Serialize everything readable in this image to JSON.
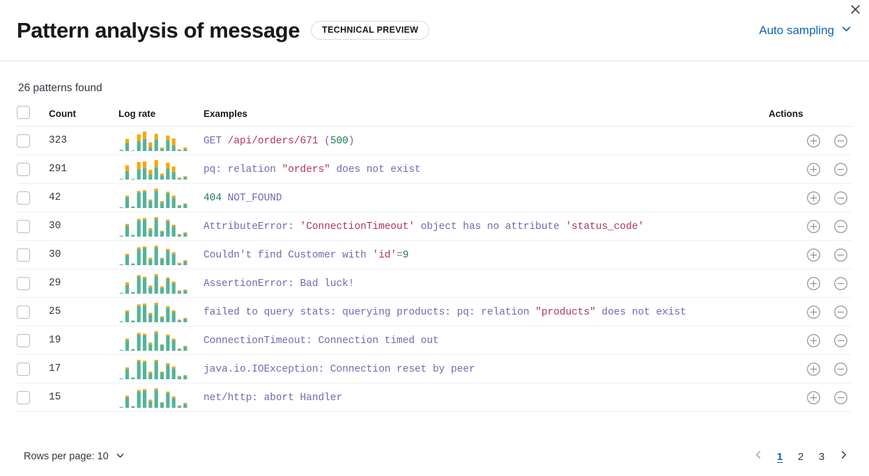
{
  "header": {
    "title": "Pattern analysis of message",
    "badge": "TECHNICAL PREVIEW",
    "sampling_label": "Auto sampling",
    "sampling_icon": "chevron-down-icon",
    "close_icon": "close-icon"
  },
  "summary": {
    "patterns_found": "26 patterns found"
  },
  "table": {
    "columns": {
      "select": "",
      "count": "Count",
      "log_rate": "Log rate",
      "examples": "Examples",
      "actions": "Actions"
    },
    "action_icons": {
      "add": "circle-plus-icon",
      "remove": "circle-minus-icon"
    },
    "rows": [
      {
        "count": "323",
        "example": "GET /api/orders/671 (500)",
        "tokens": [
          {
            "t": "GET ",
            "c": "plain"
          },
          {
            "t": "/api/orders/671",
            "c": "red"
          },
          {
            "t": " (",
            "c": "plain"
          },
          {
            "t": "500",
            "c": "green"
          },
          {
            "t": ")",
            "c": "plain"
          }
        ],
        "sparkline": {
          "teal": [
            2,
            14,
            1,
            17,
            21,
            6,
            20,
            4,
            19,
            10,
            2,
            3
          ],
          "orange": [
            0,
            7,
            0,
            12,
            13,
            9,
            10,
            2,
            8,
            12,
            1,
            3
          ]
        }
      },
      {
        "count": "291",
        "example": "pq: relation \"orders\" does not exist",
        "tokens": [
          {
            "t": "pq: relation ",
            "c": "plain"
          },
          {
            "t": "\"orders\"",
            "c": "red"
          },
          {
            "t": " does not exist",
            "c": "plain"
          }
        ],
        "sparkline": {
          "teal": [
            1,
            13,
            1,
            16,
            18,
            8,
            19,
            6,
            17,
            12,
            2,
            4
          ],
          "orange": [
            0,
            9,
            0,
            11,
            10,
            7,
            11,
            3,
            9,
            8,
            1,
            1
          ]
        }
      },
      {
        "count": "42",
        "example": "404 NOT_FOUND",
        "tokens": [
          {
            "t": "404",
            "c": "green"
          },
          {
            "t": " NOT_FOUND",
            "c": "plain"
          }
        ],
        "sparkline": {
          "teal": [
            1,
            14,
            2,
            20,
            21,
            9,
            22,
            7,
            19,
            13,
            3,
            5
          ],
          "orange": [
            0,
            2,
            0,
            2,
            2,
            2,
            3,
            2,
            2,
            3,
            1,
            1
          ]
        }
      },
      {
        "count": "30",
        "example": "AttributeError: 'ConnectionTimeout' object has no attribute 'status_code'",
        "tokens": [
          {
            "t": "AttributeError: ",
            "c": "plain"
          },
          {
            "t": "'ConnectionTimeout'",
            "c": "red"
          },
          {
            "t": " object has no attribute ",
            "c": "plain"
          },
          {
            "t": "'status_code'",
            "c": "red"
          }
        ],
        "sparkline": {
          "teal": [
            1,
            13,
            2,
            19,
            20,
            8,
            21,
            6,
            18,
            12,
            2,
            4
          ],
          "orange": [
            0,
            2,
            0,
            2,
            2,
            2,
            2,
            1,
            2,
            2,
            1,
            1
          ]
        }
      },
      {
        "count": "30",
        "example": "Couldn't find Customer with 'id'=9",
        "tokens": [
          {
            "t": "Couldn't find Customer with ",
            "c": "plain"
          },
          {
            "t": "'id'",
            "c": "red"
          },
          {
            "t": "=",
            "c": "plain"
          },
          {
            "t": "9",
            "c": "green"
          }
        ],
        "sparkline": {
          "teal": [
            1,
            12,
            2,
            20,
            21,
            7,
            22,
            8,
            18,
            14,
            2,
            5
          ],
          "orange": [
            0,
            2,
            0,
            2,
            2,
            2,
            2,
            1,
            2,
            2,
            1,
            1
          ]
        }
      },
      {
        "count": "29",
        "example": "AssertionError: Bad luck!",
        "tokens": [
          {
            "t": "AssertionError: Bad luck!",
            "c": "plain"
          }
        ],
        "sparkline": {
          "teal": [
            1,
            11,
            2,
            21,
            19,
            8,
            22,
            7,
            18,
            13,
            3,
            4
          ],
          "orange": [
            0,
            3,
            0,
            2,
            2,
            2,
            2,
            2,
            2,
            2,
            1,
            1
          ]
        }
      },
      {
        "count": "25",
        "example": "failed to query stats: querying products: pq: relation \"products\" does not exist",
        "tokens": [
          {
            "t": "failed to query stats: querying products: pq: relation ",
            "c": "plain"
          },
          {
            "t": "\"products\"",
            "c": "red"
          },
          {
            "t": " does not exist",
            "c": "plain"
          }
        ],
        "sparkline": {
          "teal": [
            1,
            12,
            2,
            19,
            20,
            9,
            21,
            6,
            17,
            12,
            2,
            4
          ],
          "orange": [
            0,
            2,
            0,
            2,
            2,
            2,
            2,
            1,
            2,
            2,
            1,
            1
          ]
        }
      },
      {
        "count": "19",
        "example": "ConnectionTimeout: Connection timed out",
        "tokens": [
          {
            "t": "ConnectionTimeout: Connection timed out",
            "c": "plain"
          }
        ],
        "sparkline": {
          "teal": [
            1,
            13,
            2,
            20,
            19,
            8,
            22,
            7,
            18,
            13,
            2,
            5
          ],
          "orange": [
            0,
            2,
            0,
            2,
            2,
            2,
            2,
            1,
            2,
            2,
            1,
            1
          ]
        }
      },
      {
        "count": "17",
        "example": "java.io.IOException: Connection reset by peer",
        "tokens": [
          {
            "t": "java.io.IOException: Connection reset by peer",
            "c": "plain"
          }
        ],
        "sparkline": {
          "teal": [
            1,
            12,
            2,
            21,
            20,
            7,
            21,
            8,
            17,
            13,
            3,
            4
          ],
          "orange": [
            0,
            2,
            0,
            2,
            2,
            2,
            2,
            1,
            2,
            2,
            1,
            1
          ]
        }
      },
      {
        "count": "15",
        "example": "net/http: abort Handler",
        "tokens": [
          {
            "t": "net/http: abort Handler",
            "c": "plain"
          }
        ],
        "sparkline": {
          "teal": [
            1,
            13,
            2,
            20,
            21,
            8,
            22,
            6,
            18,
            12,
            2,
            5
          ],
          "orange": [
            0,
            2,
            0,
            2,
            2,
            2,
            2,
            1,
            2,
            2,
            1,
            1
          ]
        }
      }
    ]
  },
  "footer": {
    "rows_per_page_label": "Rows per page: 10",
    "rows_per_page_icon": "chevron-down-icon",
    "prev_icon": "chevron-left-icon",
    "next_icon": "chevron-right-icon",
    "pages": [
      "1",
      "2",
      "3"
    ],
    "active_page": "1"
  },
  "colors": {
    "teal": "#54b399",
    "orange": "#fca500",
    "link": "#0b64b5",
    "token_plain": "#7a66b0",
    "token_red": "#b0365a",
    "token_green": "#1f7a53"
  }
}
